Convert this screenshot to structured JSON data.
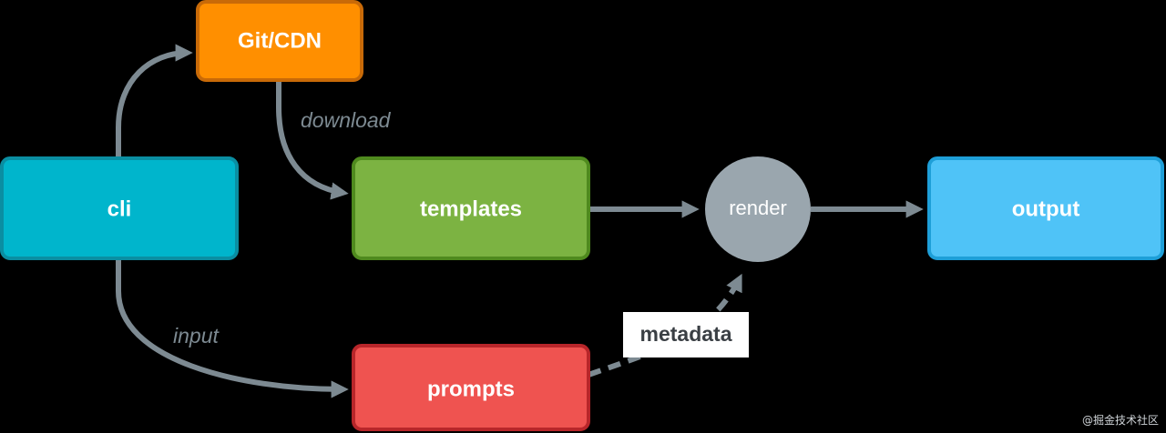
{
  "nodes": {
    "cli": {
      "label": "cli",
      "color": "#00b5cc",
      "border": "#0a8ea2"
    },
    "git_cdn": {
      "label": "Git/CDN",
      "color": "#ff8f00",
      "border": "#c86a08"
    },
    "templates": {
      "label": "templates",
      "color": "#7cb342",
      "border": "#4f8a1e"
    },
    "render": {
      "label": "render",
      "color": "#9aa6ae"
    },
    "output": {
      "label": "output",
      "color": "#4fc3f7",
      "border": "#1e9fd8"
    },
    "prompts": {
      "label": "prompts",
      "color": "#ef5350",
      "border": "#b8262a"
    },
    "metadata": {
      "label": "metadata"
    }
  },
  "edges": {
    "download": "download",
    "input": "input"
  },
  "arrow_color": "#7d8a92",
  "watermark": "@掘金技术社区"
}
